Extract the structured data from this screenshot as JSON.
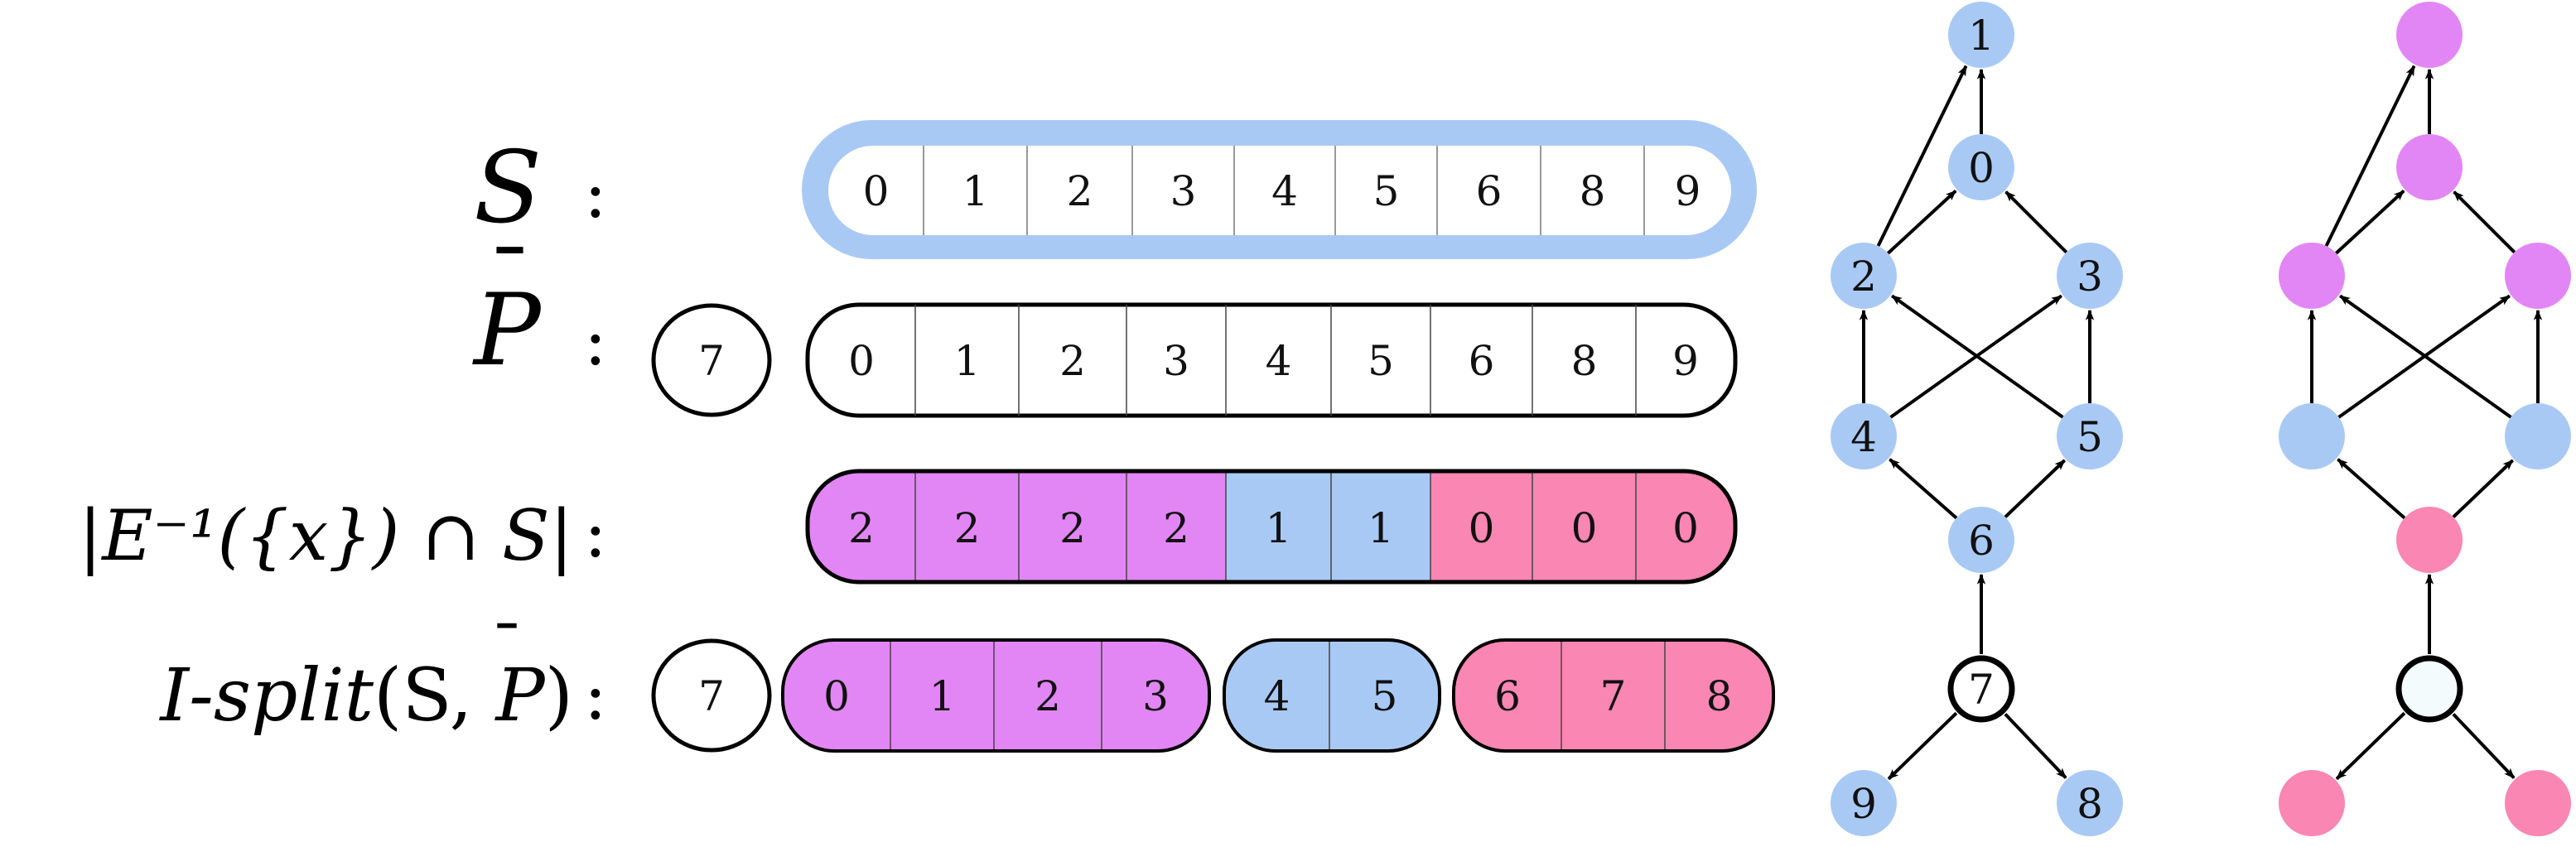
{
  "colors": {
    "blue": "#a9c9f5",
    "magenta": "#e286f5",
    "pink": "#f986b3",
    "outline": "#000000",
    "white": "#ffffff"
  },
  "rows": {
    "S": {
      "label": "S",
      "colon": ":",
      "cells": [
        "0",
        "1",
        "2",
        "3",
        "4",
        "5",
        "6",
        "8",
        "9"
      ]
    },
    "P": {
      "label": "P",
      "bar": "¯",
      "colon": ":",
      "pivot": "7",
      "cells": [
        "0",
        "1",
        "2",
        "3",
        "4",
        "5",
        "6",
        "8",
        "9"
      ]
    },
    "count": {
      "label": "|E⁻¹({x}) ∩ S|",
      "colon": ":",
      "cells": [
        "2",
        "2",
        "2",
        "2",
        "1",
        "1",
        "0",
        "0",
        "0"
      ],
      "cell_colors": [
        "magenta",
        "magenta",
        "magenta",
        "magenta",
        "blue",
        "blue",
        "pink",
        "pink",
        "pink"
      ]
    },
    "split": {
      "label_prefix": "I-split",
      "label_args_open": "(S, ",
      "label_args_p": "P",
      "label_args_close": ")",
      "colon": ":",
      "pivot": "7",
      "groups": [
        {
          "cells": [
            "0",
            "1",
            "2",
            "3"
          ],
          "color": "magenta"
        },
        {
          "cells": [
            "4",
            "5"
          ],
          "color": "blue"
        },
        {
          "cells": [
            "6",
            "7",
            "8"
          ],
          "color": "pink"
        }
      ]
    }
  },
  "graph_left": {
    "nodes": [
      {
        "id": "1",
        "label": "1",
        "color": "blue"
      },
      {
        "id": "0",
        "label": "0",
        "color": "blue"
      },
      {
        "id": "2",
        "label": "2",
        "color": "blue"
      },
      {
        "id": "3",
        "label": "3",
        "color": "blue"
      },
      {
        "id": "4",
        "label": "4",
        "color": "blue"
      },
      {
        "id": "5",
        "label": "5",
        "color": "blue"
      },
      {
        "id": "6",
        "label": "6",
        "color": "blue"
      },
      {
        "id": "7",
        "label": "7",
        "color": "white",
        "pivot": true
      },
      {
        "id": "9",
        "label": "9",
        "color": "blue"
      },
      {
        "id": "8",
        "label": "8",
        "color": "blue"
      }
    ],
    "edges": [
      [
        "0",
        "1"
      ],
      [
        "2",
        "1"
      ],
      [
        "2",
        "0"
      ],
      [
        "3",
        "0"
      ],
      [
        "4",
        "2"
      ],
      [
        "5",
        "2"
      ],
      [
        "4",
        "3"
      ],
      [
        "5",
        "3"
      ],
      [
        "6",
        "4"
      ],
      [
        "6",
        "5"
      ],
      [
        "7",
        "6"
      ],
      [
        "7",
        "9"
      ],
      [
        "7",
        "8"
      ]
    ]
  },
  "graph_right": {
    "node_colors": {
      "1": "magenta",
      "0": "magenta",
      "2": "magenta",
      "3": "magenta",
      "4": "blue",
      "5": "blue",
      "6": "pink",
      "7": "white",
      "9": "pink",
      "8": "pink"
    },
    "edges": [
      [
        "0",
        "1"
      ],
      [
        "2",
        "1"
      ],
      [
        "2",
        "0"
      ],
      [
        "3",
        "0"
      ],
      [
        "4",
        "2"
      ],
      [
        "5",
        "2"
      ],
      [
        "4",
        "3"
      ],
      [
        "5",
        "3"
      ],
      [
        "6",
        "4"
      ],
      [
        "6",
        "5"
      ],
      [
        "7",
        "6"
      ],
      [
        "7",
        "9"
      ],
      [
        "7",
        "8"
      ]
    ]
  }
}
